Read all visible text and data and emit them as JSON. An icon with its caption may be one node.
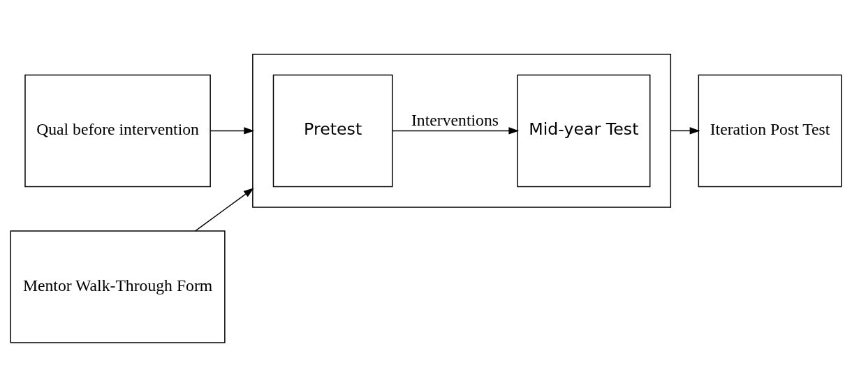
{
  "diagram": {
    "nodes": [
      {
        "text": [
          "Qual before intervention"
        ]
      },
      {
        "text": [],
        "shape": "box"
      },
      {
        "text": [
          "Pretest"
        ],
        "in": 1
      },
      {
        "text": [
          "Mid-year Test"
        ],
        "in": 1
      },
      {
        "text": [
          "Iteration Post Test"
        ]
      },
      {
        "text": [
          "Mentor Walk-Through Form"
        ]
      }
    ],
    "edges": [
      {
        "from": 0,
        "to": 1,
        "arrow": "to"
      },
      {
        "from": 2,
        "to": 3,
        "arrow": "to",
        "label": "Interventions"
      },
      {
        "from": 1,
        "to": 4,
        "arrow": "to"
      },
      {
        "from": 5,
        "to": 1,
        "arrow": "to"
      }
    ]
  }
}
